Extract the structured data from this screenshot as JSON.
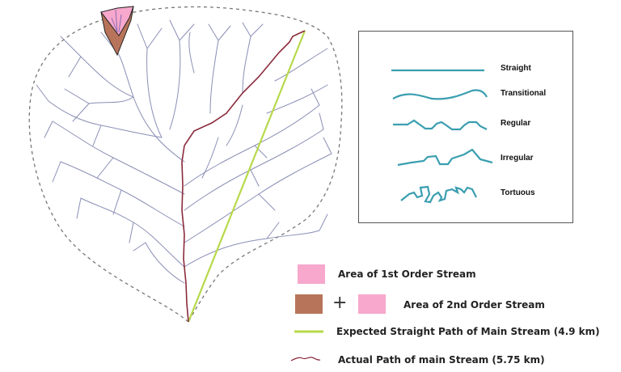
{
  "colors": {
    "first_order_area": "#f7a8cc",
    "second_order_area": "#b8745a",
    "expected_path": "#b7d94a",
    "actual_path": "#8a2a3c",
    "tributaries": "#8a8fb5",
    "boundary": "#777777",
    "legend_curve": "#3a9eb0"
  },
  "sinuosity_legend": {
    "items": [
      {
        "label": "Straight",
        "icon": "straight-line"
      },
      {
        "label": "Transitional",
        "icon": "gentle-wave"
      },
      {
        "label": "Regular",
        "icon": "regular-wave"
      },
      {
        "label": "Irregular",
        "icon": "irregular-wave"
      },
      {
        "label": "Tortuous",
        "icon": "tortuous-wave"
      }
    ]
  },
  "key": {
    "first_order": "Area of 1st Order Stream",
    "plus": "+",
    "second_order": "Area of 2nd Order Stream",
    "expected_path": "Expected Straight Path of Main Stream (4.9 km)",
    "actual_path": "Actual Path of main Stream (5.75 km)"
  }
}
